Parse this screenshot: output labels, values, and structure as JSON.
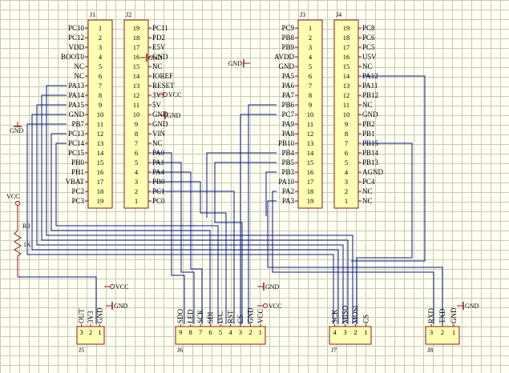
{
  "connectors": {
    "J1": {
      "label": "J1",
      "pins": [
        "PC10",
        "PC12",
        "VDD",
        "BOOT0",
        "NC",
        "NC",
        "PA13",
        "PA14",
        "PA15",
        "GND",
        "PB7",
        "PC13",
        "PC14",
        "PC15",
        "PH0",
        "PH1",
        "VBAT",
        "PC2",
        "PC3"
      ]
    },
    "J2": {
      "label": "J2",
      "pins": [
        "PC11",
        "PD2",
        "E5V",
        "GND",
        "NC",
        "IOREF",
        "RESET",
        "3V3",
        "5V",
        "GND",
        "GND",
        "VIN",
        "NC",
        "PA0",
        "PA1",
        "PA4",
        "PB0",
        "PC1",
        "PC0"
      ]
    },
    "J3": {
      "label": "J3",
      "pins": [
        "PC9",
        "PB8",
        "PB9",
        "AVDD",
        "GND",
        "PA5",
        "PA6",
        "PA7",
        "PB6",
        "PC7",
        "PA9",
        "PA8",
        "PB10",
        "PB4",
        "PB5",
        "PB3",
        "PA10",
        "PA2",
        "PA3"
      ]
    },
    "J4": {
      "label": "J4",
      "pins": [
        "PC8",
        "PC6",
        "PC5",
        "U5V",
        "NC",
        "PA12",
        "PA11",
        "PB12",
        "NC",
        "GND",
        "PB2",
        "PB1",
        "PB15",
        "PB14",
        "PB13",
        "AGND",
        "PC4",
        "NC",
        "NC"
      ]
    },
    "J5": {
      "label": "J5",
      "pins": [
        "OUT",
        "3V3",
        "GND"
      ]
    },
    "J6": {
      "label": "J6",
      "pins": [
        "SDO",
        "LED",
        "SCK",
        "SDI",
        "D/C",
        "RST",
        "CS",
        "GND",
        "VCC"
      ]
    },
    "J7": {
      "label": "J7",
      "pins": [
        "SCK",
        "MISO",
        "MOSI",
        "CS"
      ]
    },
    "J8": {
      "label": "J8",
      "pins": [
        "RXD",
        "TXD",
        "GND"
      ]
    }
  },
  "resistor": {
    "ref": "R3",
    "value": "1K"
  },
  "labels": {
    "gnd": "GND",
    "vcc": "VCC"
  },
  "colors": {
    "wire": "#0a1a86",
    "body": "#ffffb4",
    "outline": "#8a1a1a",
    "grid": "#c9c9b8",
    "background": "#fffff2"
  }
}
